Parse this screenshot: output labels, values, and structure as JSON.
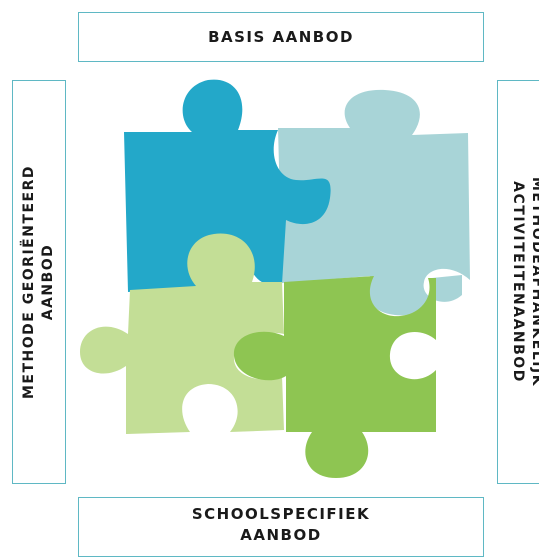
{
  "labels": {
    "top": "BASIS AANBOD",
    "left_line1": "METHODE GEORIËNTEERD",
    "left_line2": "AANBOD",
    "right_line1": "METHODEAFHANKELIJK",
    "right_line2": "ACTIVITEITENAANBOD",
    "bottom_line1": "SCHOOLSPECIFIEK",
    "bottom_line2": "AANBOD"
  },
  "colors": {
    "piece_top_left": "#23a8c9",
    "piece_top_right": "#a8d4d7",
    "piece_bottom_left": "#c3de96",
    "piece_bottom_right": "#8ec552",
    "box_border": "#5fb8c4"
  }
}
